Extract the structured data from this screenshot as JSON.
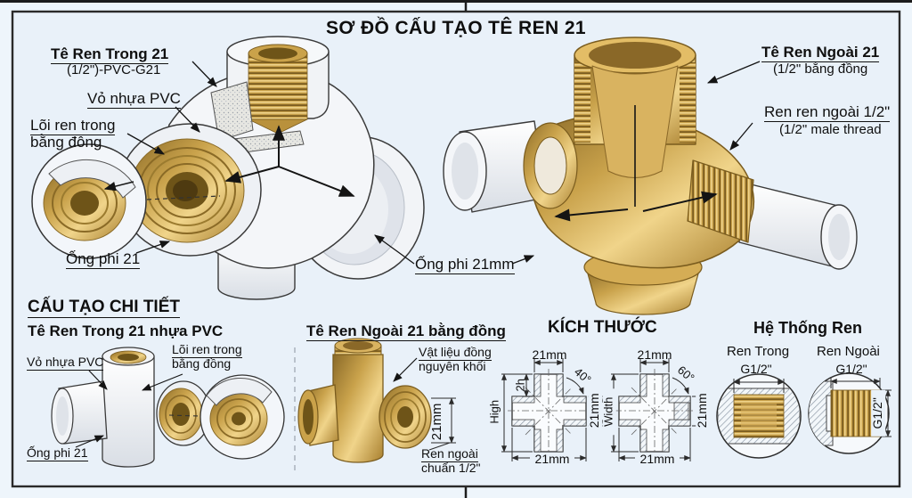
{
  "title": "SƠ ĐỒ CẤU TẠO TÊ REN 21",
  "main": {
    "female_label": {
      "title": "Tê Ren Trong 21",
      "subtitle": "(1/2\")-PVC-G21"
    },
    "pvc_shell": "Vỏ nhựa PVC",
    "brass_core_line1": "Lõi ren trong",
    "brass_core_line2": "bằng đông",
    "pipe_left": "Ống phi 21",
    "pipe_center": "Ống phi 21mm",
    "male_label": {
      "title": "Tê Ren Ngoài 21",
      "subtitle": "(1/2\" bằng đồng"
    },
    "male_thread_label": {
      "title": "Ren ren ngoài 1/2\"",
      "subtitle": "(1/2\" male thread"
    }
  },
  "detail": {
    "header": "CẤU TẠO CHI TIẾT",
    "pvc_section": {
      "title": "Tê Ren Trong 21 nhựa PVC",
      "shell": "Vỏ nhựa PVC",
      "core_line1": "Lõi ren trong",
      "core_line2": "bằng đồng",
      "pipe": "Ống phi 21"
    },
    "brass_section": {
      "title": "Tê Ren Ngoài 21 bằng đồng",
      "material_line1": "Vật liệu đồng",
      "material_line2": "nguyên khối",
      "dim": "21mm",
      "thread_line1": "Ren ngoài",
      "thread_line2": "chuẩn 1/2\""
    },
    "dimensions": {
      "title": "KÍCH THƯỚC",
      "cross1": {
        "top": "21mm",
        "offset": "2h",
        "angle": "40°",
        "left": "High",
        "right": "21mm",
        "bottom": "21mm"
      },
      "cross2": {
        "top": "21mm",
        "angle": "60°",
        "left": "Width",
        "right": "21mm",
        "bottom": "21mm"
      }
    },
    "threads": {
      "title": "Hệ Thống Ren",
      "female": "Ren Trong",
      "male": "Ren Ngoài",
      "female_size": "G1/2\"",
      "male_size_top": "G1/2\"",
      "male_size_side": "G1/2\""
    }
  },
  "colors": {
    "background": "#e9f1f9",
    "frame": "#2a2a2a",
    "brass": "#c9a24b",
    "pvc": "#eef1f5",
    "ink": "#141414"
  }
}
